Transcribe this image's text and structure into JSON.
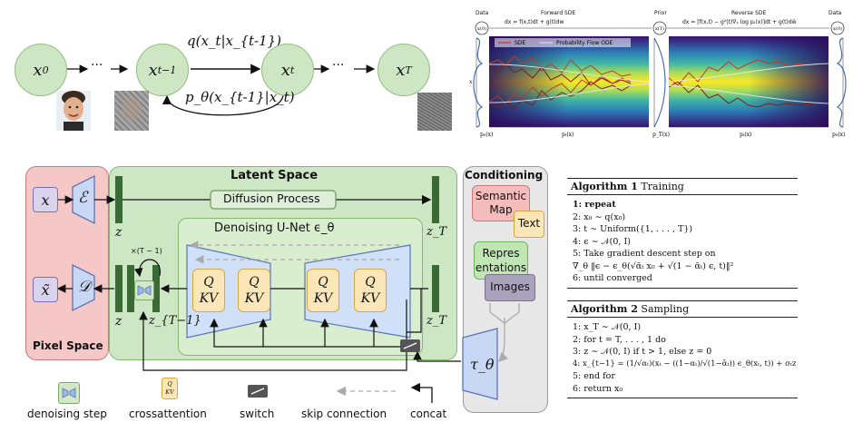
{
  "markov": {
    "nodes": [
      "x0",
      "x_{t-1}",
      "x_t",
      "x_T"
    ],
    "dots": [
      "···",
      "···"
    ],
    "forward_label": "q(x_t|x_{t-1})",
    "reverse_label": "p_θ(x_{t-1}|x_t)"
  },
  "sde": {
    "labels": {
      "data_left": "Data",
      "forward": "Forward SDE",
      "prior": "Prior",
      "reverse": "Reverse SDE",
      "data_right": "Data",
      "forward_eq": "dx = f(x,t)dt + g(t)dw",
      "reverse_eq": "dx = [f(x,t) − g²(t)∇ₓ log pₜ(x)]dt + g(t)dŵ",
      "legend_sde": "SDE",
      "legend_pf": "Probability Flow ODE",
      "x0_left": "x(0)",
      "xT": "x(T)",
      "x0_right": "x(0)",
      "axis_p0": "p₀(x)",
      "axis_pt": "pₜ(x)",
      "axis_pT": "p_T(x)",
      "axis_pt2": "pₜ(x)",
      "axis_p0_right": "p₀(x)",
      "y_axis": "x"
    }
  },
  "ldm": {
    "pixel_space": "Pixel Space",
    "latent_space": "Latent Space",
    "conditioning": "Conditioning",
    "diffusion_process": "Diffusion Process",
    "denoising_unet": "Denoising U-Net ϵ_θ",
    "x": "x",
    "x_tilde": "x̃",
    "encoder": "ℰ",
    "decoder": "𝒟",
    "z": "z",
    "z2": "z",
    "z_T": "z_T",
    "z_T2": "z_T",
    "z_T_minus_1": "z_{T−1}",
    "loop": "×(T − 1)",
    "qkv": "Q\nKV",
    "tau": "τ_θ",
    "cond_items": [
      "Semantic Map",
      "Text",
      "Repres entations",
      "Images"
    ]
  },
  "legend": {
    "denoising_step": "denoising step",
    "crossattention": "crossattention",
    "switch": "switch",
    "skip_connection": "skip connection",
    "concat": "concat"
  },
  "algorithm1": {
    "title_bold": "Algorithm 1",
    "title_rest": "Training",
    "lines": [
      "1:  repeat",
      "2:     x₀ ∼ q(x₀)",
      "3:     t ∼ Uniform({1, . . . , T})",
      "4:     ϵ ∼ 𝒩(0, I)",
      "5:     Take gradient descent step on",
      "            ∇_θ ‖ϵ − ϵ_θ(√ᾱₜ x₀ + √(1 − ᾱₜ) ϵ, t)‖²",
      "6:  until converged"
    ]
  },
  "algorithm2": {
    "title_bold": "Algorithm 2",
    "title_rest": "Sampling",
    "lines": [
      "1:  x_T ∼ 𝒩(0, I)",
      "2:  for t = T, . . . , 1 do",
      "3:     z ∼ 𝒩(0, I) if t > 1, else z = 0",
      "4:     x_{t−1} = (1/√αₜ)(xₜ − ((1−αₜ)/√(1−ᾱₜ)) ϵ_θ(xₜ, t)) + σₜz",
      "5:  end for",
      "6:  return x₀"
    ]
  }
}
